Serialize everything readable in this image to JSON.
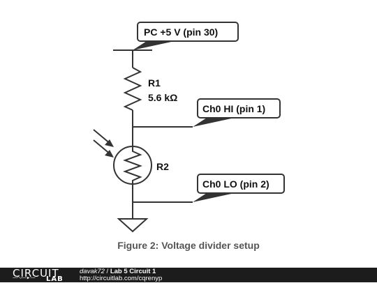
{
  "diagram": {
    "labels": {
      "supply": "PC +5 V (pin 30)",
      "ch0_hi": "Ch0 HI (pin 1)",
      "ch0_lo": "Ch0 LO (pin 2)"
    },
    "components": {
      "r1_name": "R1",
      "r1_value": "5.6 kΩ",
      "r2_name": "R2"
    },
    "caption": "Figure 2: Voltage divider setup"
  },
  "footer": {
    "logo_top": "CIRCUIT",
    "logo_bottom": "LAB",
    "user": "davak72",
    "separator": " / ",
    "circuit_title": "Lab 5 Circuit 1",
    "url": "http://circuitlab.com/cqrenyp"
  }
}
